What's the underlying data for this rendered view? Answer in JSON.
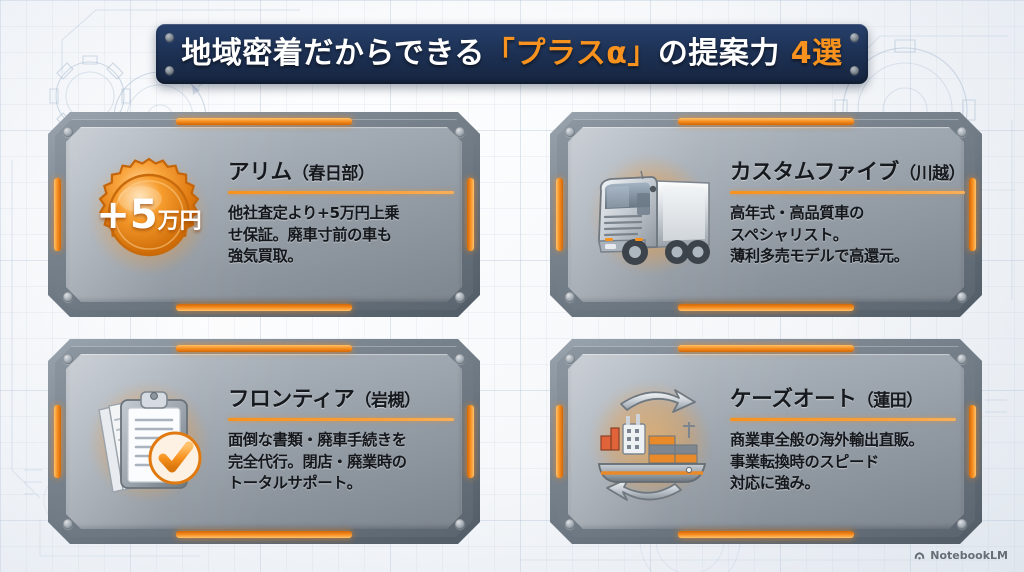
{
  "banner": {
    "text_before": "地域密着だからできる",
    "highlight": "「プラスα」",
    "text_middle": "の提案力 ",
    "highlight_end": "4選"
  },
  "colors": {
    "banner_bg": "#1e3256",
    "accent_orange": "#f7921e",
    "metal_light": "#b4bcc4",
    "metal_dark": "#525c66",
    "text_dark": "#14171b",
    "text_white": "#ffffff"
  },
  "cards": [
    {
      "icon": "gold-seal-badge-icon",
      "badge_big": "+5",
      "badge_small": "万円",
      "title": "アリム",
      "location": "（春日部）",
      "body_lines": [
        "他社査定より+5万円上乗",
        "せ保証。廃車寸前の車も",
        "強気買取。"
      ]
    },
    {
      "icon": "semi-truck-icon",
      "title": "カスタムファイブ",
      "location": "（川越）",
      "body_lines": [
        "高年式・高品質車の",
        "スペシャリスト。",
        "薄利多売モデルで高還元。"
      ]
    },
    {
      "icon": "clipboard-check-icon",
      "title": "フロンティア",
      "location": "（岩槻）",
      "body_lines": [
        "面倒な書類・廃車手続きを",
        "完全代行。閉店・廃業時の",
        "トータルサポート。"
      ]
    },
    {
      "icon": "container-ship-export-icon",
      "title": "ケーズオート",
      "location": "（蓮田）",
      "body_lines": [
        "商業車全般の海外輸出直販。",
        "事業転換時のスピード",
        "対応に強み。"
      ]
    }
  ],
  "watermark": {
    "label": "NotebookLM",
    "icon": "notebooklm-logo-icon"
  }
}
